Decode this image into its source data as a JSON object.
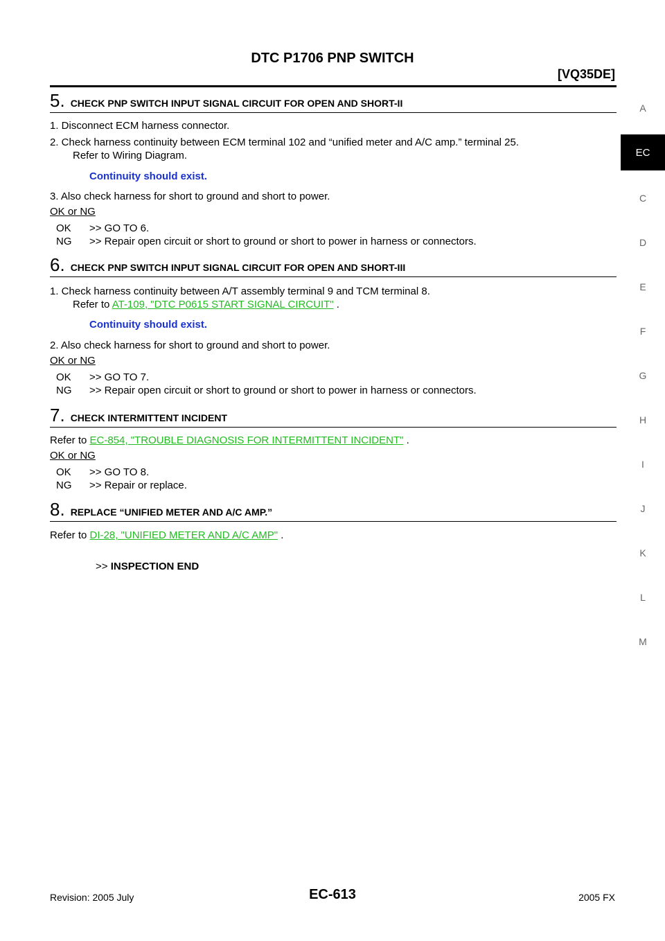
{
  "header": {
    "title": "DTC P1706 PNP SWITCH",
    "model": "[VQ35DE]"
  },
  "side_tabs": [
    "A",
    "EC",
    "C",
    "D",
    "E",
    "F",
    "G",
    "H",
    "I",
    "J",
    "K",
    "L",
    "M"
  ],
  "active_tab": "EC",
  "steps": [
    {
      "num": "5.",
      "title": "CHECK PNP SWITCH INPUT SIGNAL CIRCUIT FOR OPEN AND SHORT-II",
      "items": [
        "1. Disconnect ECM harness connector.",
        "2. Check harness continuity between ECM terminal 102 and “unified meter and A/C amp.” terminal 25.",
        "Refer to Wiring Diagram."
      ],
      "spec": "Continuity should exist.",
      "item3": "3. Also check harness for short to ground and short to power.",
      "oknq": "OK or NG",
      "ok_label": "OK",
      "ok_text": ">> GO TO 6.",
      "ng_label": "NG",
      "ng_text": ">> Repair open circuit or short to ground or short to power in harness or connectors."
    },
    {
      "num": "6.",
      "title": "CHECK PNP SWITCH INPUT SIGNAL CIRCUIT FOR OPEN AND SHORT-III",
      "item1": "1. Check harness continuity between A/T assembly terminal 9 and TCM terminal 8.",
      "refer_prefix": "Refer to",
      "link": "AT-109, \"DTC P0615 START SIGNAL CIRCUIT\"",
      "refer_suffix": ".",
      "spec": "Continuity should exist.",
      "item2": "2. Also check harness for short to ground and short to power.",
      "oknq": "OK or NG",
      "ok_label": "OK",
      "ok_text": ">> GO TO 7.",
      "ng_label": "NG",
      "ng_text": ">> Repair open circuit or short to ground or short to power in harness or connectors."
    },
    {
      "num": "7.",
      "title": "CHECK INTERMITTENT INCIDENT",
      "refer_prefix": "Refer to",
      "link": "EC-854, \"TROUBLE DIAGNOSIS FOR INTERMITTENT INCIDENT\"",
      "refer_suffix": ".",
      "oknq": "OK or NG",
      "ok_label": "OK",
      "ok_text": ">> GO TO 8.",
      "ng_label": "NG",
      "ng_text": ">> Repair or replace."
    },
    {
      "num": "8.",
      "title": "REPLACE “UNIFIED METER AND A/C AMP.”",
      "refer_prefix": "Refer to",
      "link": "DI-28, \"UNIFIED METER AND A/C AMP\"",
      "refer_suffix": ".",
      "end_prefix": ">>",
      "end_text": "INSPECTION END"
    }
  ],
  "footer": {
    "left": "Revision: 2005 July",
    "center": "EC-613",
    "right": "2005 FX"
  }
}
